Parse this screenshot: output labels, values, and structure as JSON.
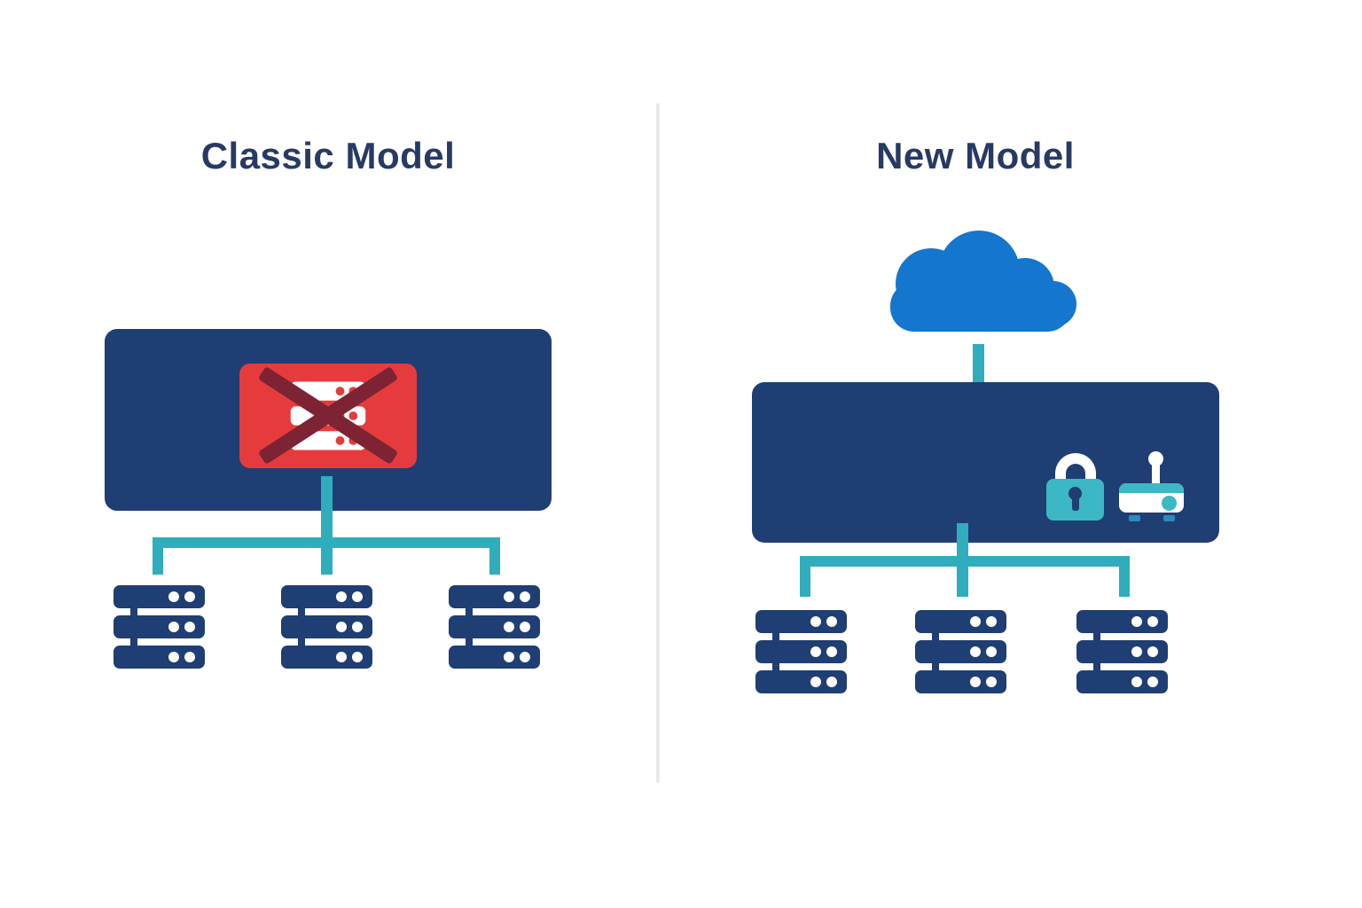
{
  "left_panel": {
    "title": "Classic Model"
  },
  "right_panel": {
    "title": "New Model"
  },
  "colors": {
    "navy": "#1f3e73",
    "teal": "#2fadbd",
    "red": "#e63b3d",
    "x_mark": "#7d2333",
    "cloud_blue": "#1476cc",
    "icon_teal": "#3bb8c3",
    "router_foot": "#2c89ba",
    "title_text": "#273a63",
    "divider": "#e9e9eb",
    "background": "#ffffff",
    "white": "#ffffff"
  },
  "icons": {
    "server-rack": "three stacked navy bars with two white dots each",
    "crossed-out-server": "white server rack on red rounded badge with dark X overlay",
    "cloud": "blue cloud silhouette",
    "arrow-down": "teal downward arrow",
    "lock": "teal padlock with white shackle and navy keyhole",
    "router": "white device with teal top strip, antenna and LED"
  }
}
